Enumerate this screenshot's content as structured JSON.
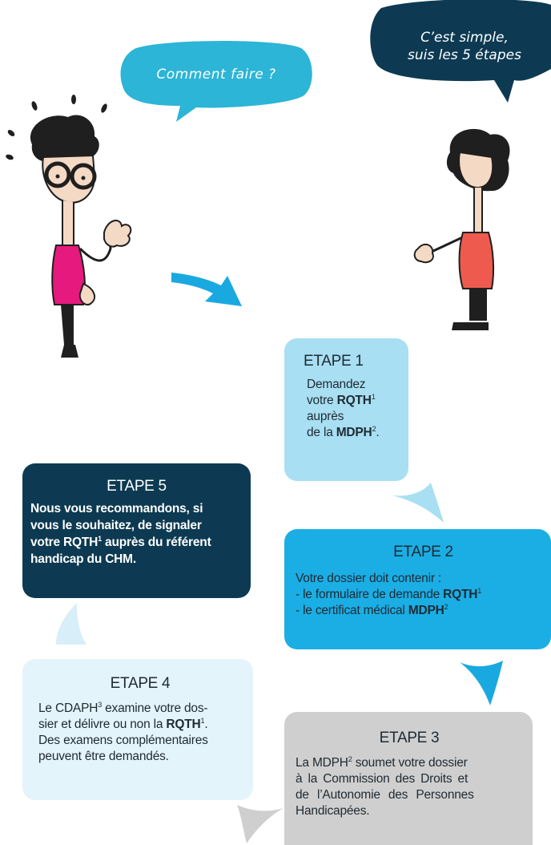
{
  "bubbles": {
    "left": "Comment faire ?",
    "right_line1": "C’est simple,",
    "right_line2": "suis les 5 étapes"
  },
  "steps": {
    "s1": {
      "title": "ETAPE 1",
      "l1": "Demandez",
      "l2a": "votre ",
      "l2b": "RQTH",
      "l2c": "1",
      "l3": "auprès",
      "l4a": "de la ",
      "l4b": "MDPH",
      "l4c": "2",
      "l4d": "."
    },
    "s2": {
      "title": "ETAPE 2",
      "l1": "Votre dossier doit contenir :",
      "l2a": "- le formulaire de demande ",
      "l2b": "RQTH",
      "l2c": "1",
      "l3a": "- le certificat médical ",
      "l3b": "MDPH",
      "l3c": "2"
    },
    "s3": {
      "title": "ETAPE 3",
      "l1a": "La MDPH",
      "l1b": "2",
      "l1c": " soumet votre dossier",
      "l2": "à la Commission des Droits et",
      "l3": "de l’Autonomie des Personnes",
      "l4": "Handicapées."
    },
    "s4": {
      "title": "ETAPE 4",
      "l1a": "Le CDAPH",
      "l1b": "3",
      "l1c": " examine votre dos-",
      "l2a": "sier et délivre ou non la ",
      "l2b": "RQTH",
      "l2c": "1",
      "l2d": ".",
      "l3": "Des examens complémentaires",
      "l4": "peuvent être demandés."
    },
    "s5": {
      "title": "ETAPE 5",
      "l1": "Nous vous recommandons, si",
      "l2": "vous le souhaitez, de signaler",
      "l3a": "votre RQTH",
      "l3b": "1",
      "l3c": " auprès du référent",
      "l4": "handicap du CHM."
    }
  },
  "colors": {
    "bubble_left": "#2cb5d6",
    "bubble_right": "#0d3a52",
    "step1": "#a8dff2",
    "step2": "#1aaee5",
    "step3": "#cfcfcf",
    "step4": "#e4f4fb",
    "step5": "#0d3a52",
    "arrow_blue": "#19a9e0",
    "magenta": "#e6197e",
    "coral": "#ee5b4e"
  }
}
